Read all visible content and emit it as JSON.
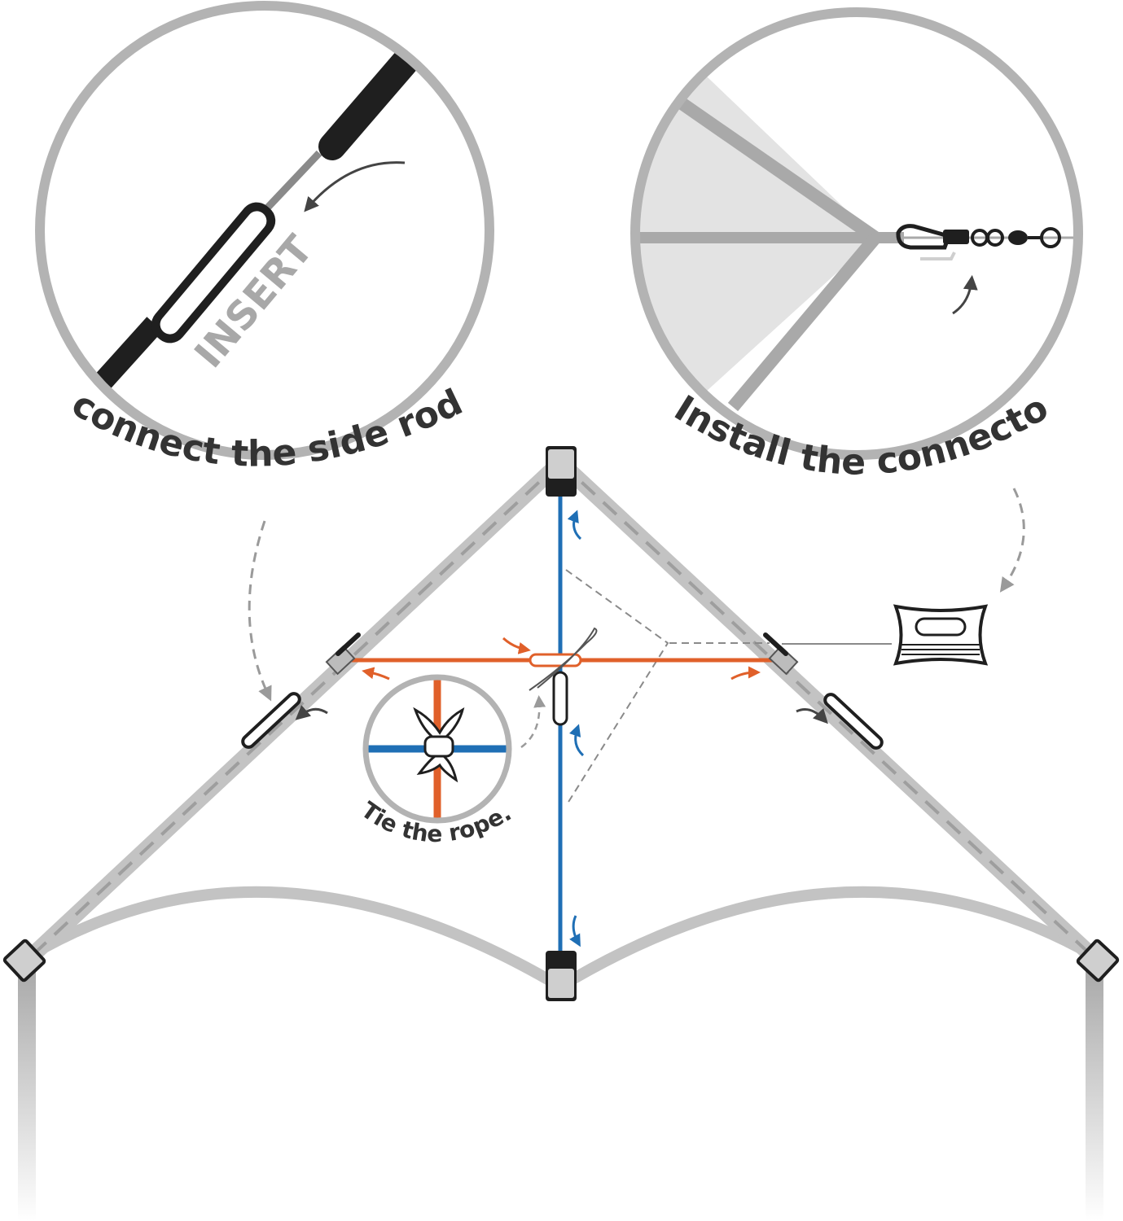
{
  "captions": {
    "connect": "connect the side rods.",
    "install": "Install the connector.",
    "tie": "Tie the rope.",
    "insert": "INSERT"
  },
  "colors": {
    "frame": "#c3c3c3",
    "frame_dark": "#a9a9a9",
    "spine": "#1f6fb5",
    "spar": "#e0602a",
    "rod": "#222222",
    "sail_fill": "#e3e3e3",
    "text": "#333333"
  }
}
